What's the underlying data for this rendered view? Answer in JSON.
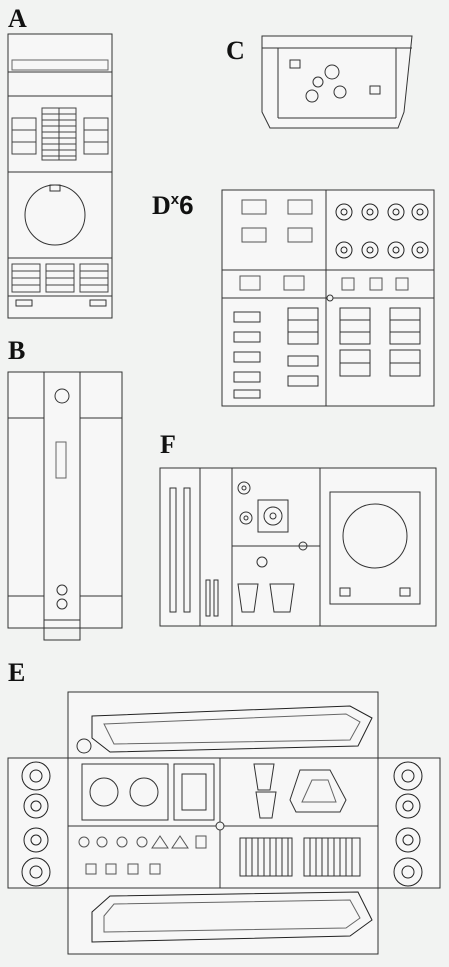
{
  "labels": {
    "a": "A",
    "b": "B",
    "c": "C",
    "d_letter": "D",
    "d_mult": "x",
    "d_count": "6",
    "e": "E",
    "f": "F"
  }
}
